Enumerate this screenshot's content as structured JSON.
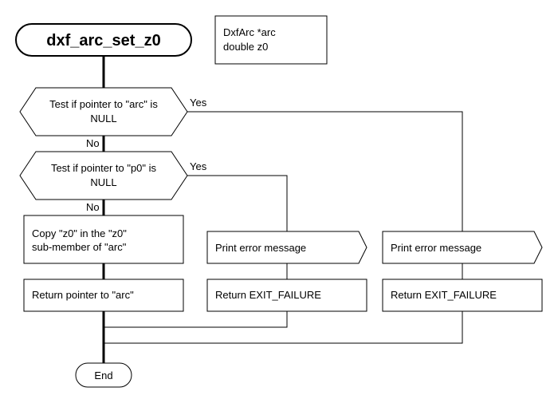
{
  "title": "dxf_arc_set_z0",
  "params": [
    "DxfArc *arc",
    "double z0"
  ],
  "decision_arc": [
    "Test if pointer to \"arc\" is",
    "NULL"
  ],
  "decision_p0": [
    "Test if pointer to \"p0\" is",
    "NULL"
  ],
  "yes_label": "Yes",
  "no_label": "No",
  "copy_step": [
    "Copy \"z0\" in the \"z0\"",
    "sub-member of \"arc\""
  ],
  "return_arc": "Return pointer to \"arc\"",
  "print_error_1": "Print error message",
  "return_failure_1": "Return EXIT_FAILURE",
  "print_error_2": "Print error message",
  "return_failure_2": "Return EXIT_FAILURE",
  "end_label": "End",
  "colors": {
    "stroke": "#000000",
    "fill": "#ffffff"
  }
}
